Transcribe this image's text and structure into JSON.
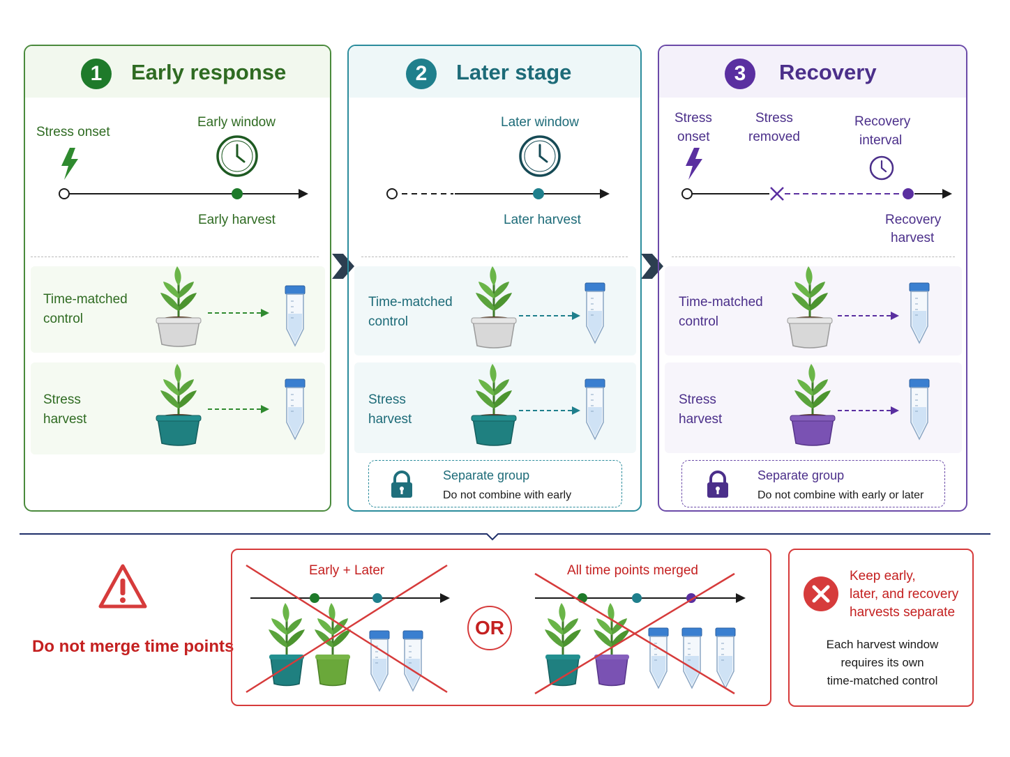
{
  "panels": [
    {
      "number": "1",
      "title": "Early response",
      "timeline": {
        "start_label": "Stress onset",
        "window_label": "Early window",
        "harvest_label": "Early harvest"
      },
      "rows": {
        "control_label": [
          "Time-matched",
          "control"
        ],
        "stress_label": [
          "Stress",
          "harvest"
        ]
      },
      "accent": "#1e7a2a"
    },
    {
      "number": "2",
      "title": "Later stage",
      "timeline": {
        "window_label": "Later window",
        "harvest_label": "Later harvest"
      },
      "rows": {
        "control_label": [
          "Time-matched",
          "control"
        ],
        "stress_label": [
          "Stress",
          "harvest"
        ]
      },
      "lock": {
        "title": "Separate group",
        "text": "Do not combine with early"
      },
      "accent": "#1f7f8c"
    },
    {
      "number": "3",
      "title": "Recovery",
      "timeline": {
        "start_label": [
          "Stress",
          "onset"
        ],
        "removed_label": [
          "Stress",
          "removed"
        ],
        "interval_label": [
          "Recovery",
          "interval"
        ],
        "harvest_label": [
          "Recovery",
          "harvest"
        ]
      },
      "rows": {
        "control_label": [
          "Time-matched",
          "control"
        ],
        "stress_label": [
          "Stress",
          "harvest"
        ]
      },
      "lock": {
        "title": "Separate group",
        "text": "Do not combine with early or later"
      },
      "accent": "#5a2fa0"
    }
  ],
  "bottom": {
    "warning": "Do not merge time points",
    "example1_label": "Early + Later",
    "or_label": "OR",
    "example2_label": "All time points merged",
    "rule_title": [
      "Keep early,",
      "later, and recovery",
      "harvests separate"
    ],
    "rule_text": [
      "Each harvest window",
      "requires its own",
      "time-matched control"
    ]
  },
  "colors": {
    "green": "#2f6b22",
    "teal": "#1d6b78",
    "purple": "#4b2f8a",
    "red": "#d63b3b",
    "pot_teal": "#1f8080",
    "pot_green": "#6aa83a",
    "pot_purple": "#7a52b3",
    "pot_grey": "#d8d8d8"
  },
  "icons": [
    "lightning-icon",
    "clock-icon",
    "plant-pot-icon",
    "sample-tube-icon",
    "lock-icon",
    "warning-triangle-icon",
    "x-circle-icon"
  ]
}
